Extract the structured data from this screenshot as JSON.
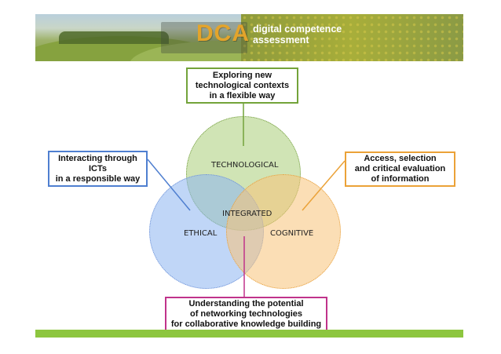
{
  "banner": {
    "logo": "DCA",
    "tagline_line1": "digital competence",
    "tagline_line2": "assessment"
  },
  "diagram": {
    "circles": {
      "technological": "TECHNOLOGICAL",
      "integrated": "INTEGRATED",
      "ethical": "ETHICAL",
      "cognitive": "COGNITIVE"
    },
    "boxes": {
      "top": "Exploring new\ntechnological contexts\nin a flexible way",
      "left": "Interacting through ICTs\nin a responsible way",
      "right": "Access, selection\nand critical evaluation\nof information",
      "bottom": "Understanding the potential\nof networking technologies\nfor collaborative knowledge building"
    },
    "colors": {
      "technological": "#73a33a",
      "ethical": "#4f7fd0",
      "cognitive": "#eba238",
      "integrated": "#c0338b",
      "bottom_bar": "#8dc63f",
      "logo": "#e3a42b"
    }
  }
}
